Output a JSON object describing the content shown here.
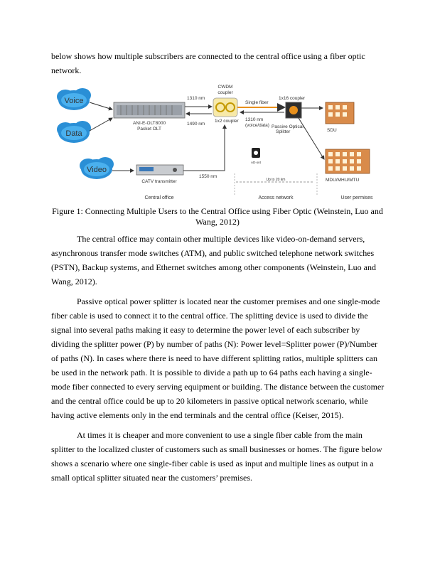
{
  "intro": "below shows how multiple subscribers are connected to the central office using a fiber optic network.",
  "figure": {
    "caption": "Figure 1: Connecting Multiple Users to the Central Office using Fiber Optic (Weinstein, Luo and Wang, 2012)",
    "labels": {
      "voice": "Voice",
      "data": "Data",
      "video": "Video",
      "olt": "ANI-E-OLT8000",
      "olt_sub": "Packet OLT",
      "catv": "CATV transmitter",
      "cwdm": "CWDM",
      "cwdm_sub": "coupler",
      "nm1310": "1310 nm",
      "nm1490": "1490 nm",
      "nm1550": "1550 nm",
      "coupler_1x2": "1x2 coupler",
      "single_fiber": "Single fiber",
      "nm1310_vd": "1310 nm",
      "voice_data": "(voice/data)",
      "coupler_1x16": "1x16 coupler",
      "splitter": "Passive Optical",
      "splitter_sub": "Splitter",
      "sdu": "SDU",
      "mdu": "MDU/MHU/MTU",
      "distance": "Up to 20 km",
      "ont": "AD-ont",
      "central_office": "Central office",
      "access_network": "Access network",
      "user_premises": "User permises"
    }
  },
  "paragraphs": [
    "The central office may contain other multiple devices like video-on-demand servers, asynchronous transfer mode switches (ATM), and public switched telephone network switches (PSTN), Backup systems, and Ethernet switches among other components (Weinstein, Luo and Wang, 2012).",
    "Passive optical power splitter is located near the customer premises and one single-mode fiber cable is used to connect it to the central office. The splitting device is used to divide the signal into several paths making it easy to determine the power level of each subscriber by dividing the splitter power (P) by number of paths (N): Power level=Splitter power (P)/Number of paths (N). In cases where there is need to have different splitting ratios, multiple splitters can be used in the network path. It is possible to divide a path up to 64 paths each having a single-mode fiber connected to every serving equipment or building. The distance between the customer and the central office could be up to 20 kilometers in passive optical network scenario, while having active elements only in the end terminals and the central office (Keiser, 2015).",
    "At times it is cheaper and more convenient to use a single fiber cable from the main splitter to the localized cluster of customers such as small businesses or homes. The figure below shows a scenario where one single-fiber cable is used as input and multiple lines as output in a small optical splitter situated near the customers’ premises."
  ]
}
